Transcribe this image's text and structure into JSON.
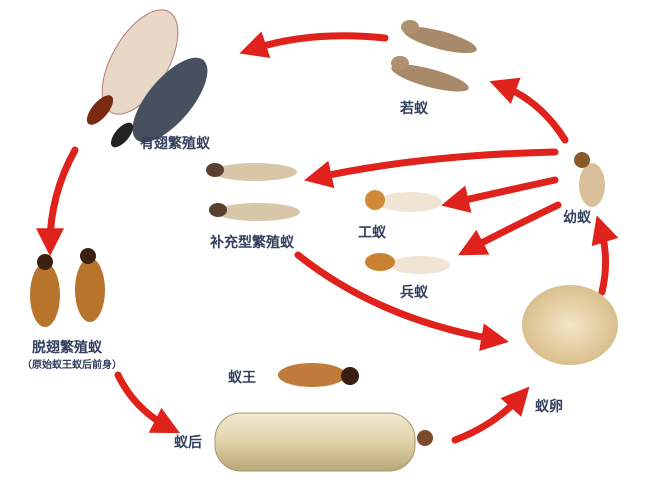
{
  "title": "Termite life cycle",
  "labels": {
    "nymph": "若蚁",
    "winged_reproductive": "有翅繁殖蚁",
    "larva": "幼蚁",
    "supplementary_reproductive": "补充型繁殖蚁",
    "worker": "工蚁",
    "soldier": "兵蚁",
    "dealate_reproductive": "脱翅繁殖蚁",
    "dealate_note": "（原始蚁王蚁后前身）",
    "king": "蚁王",
    "eggs": "蚁卵",
    "queen": "蚁后"
  },
  "colors": {
    "arrow": "#e0221c",
    "label": "#33405e"
  }
}
